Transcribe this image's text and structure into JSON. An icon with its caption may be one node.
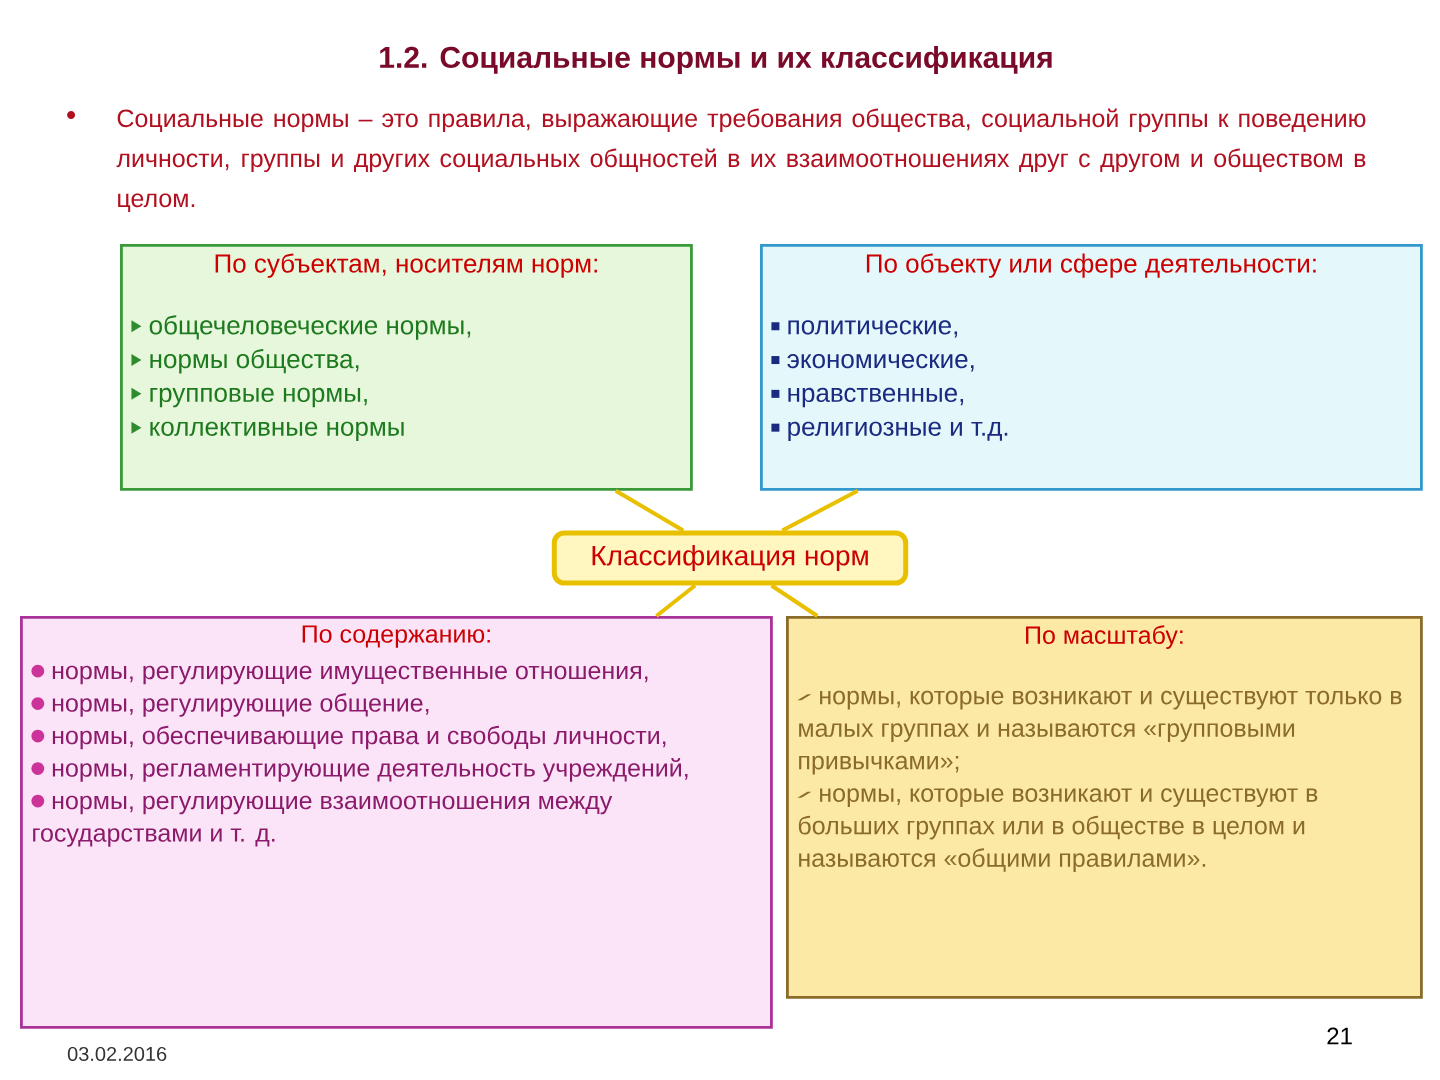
{
  "diagram": {
    "title": "1.2. Социальные нормы и их классификация",
    "nodes": [
      {
        "text": [
          "По субъектам, носителям норм:",
          "общечеловеческие нормы,",
          "нормы общества,",
          "групповые нормы,",
          "коллективные нормы"
        ]
      },
      {
        "text": [
          "По объекту или сфере деятельности:",
          "политические,",
          "экономические,",
          "нравственные,",
          "религиозные и т.д."
        ]
      },
      {
        "text": [
          "Классификация норм"
        ]
      },
      {
        "text": [
          "По содержанию:",
          "нормы, регулирующие имущественные отношения,",
          "нормы, регулирующие общение,",
          "нормы, обеспечивающие права и свободы личности,",
          "нормы, регламентирующие деятельность учреждений,",
          "нормы, регулирующие взаимоотношения между государствами и т. д."
        ]
      },
      {
        "text": [
          "По масштабу:",
          "нормы, которые возникают и существуют только в малых группах и называются «групповыми привычками»;",
          "нормы, которые возникают и существуют в больших группах или в обществе в целом и называются «общими правилами»."
        ]
      }
    ],
    "edges": [
      {
        "from": 2,
        "to": 0,
        "arrow": "none"
      },
      {
        "from": 2,
        "to": 1,
        "arrow": "none"
      },
      {
        "from": 2,
        "to": 3,
        "arrow": "none"
      },
      {
        "from": 2,
        "to": 4,
        "arrow": "none"
      }
    ],
    "labels": [
      "Социальные нормы – это правила, выражающие требования общества, социальной группы к поведению личности, группы и других социальных общностей в их взаимоотношениях друг с другом и обществом в целом.",
      "03.02.2016",
      "21"
    ]
  }
}
